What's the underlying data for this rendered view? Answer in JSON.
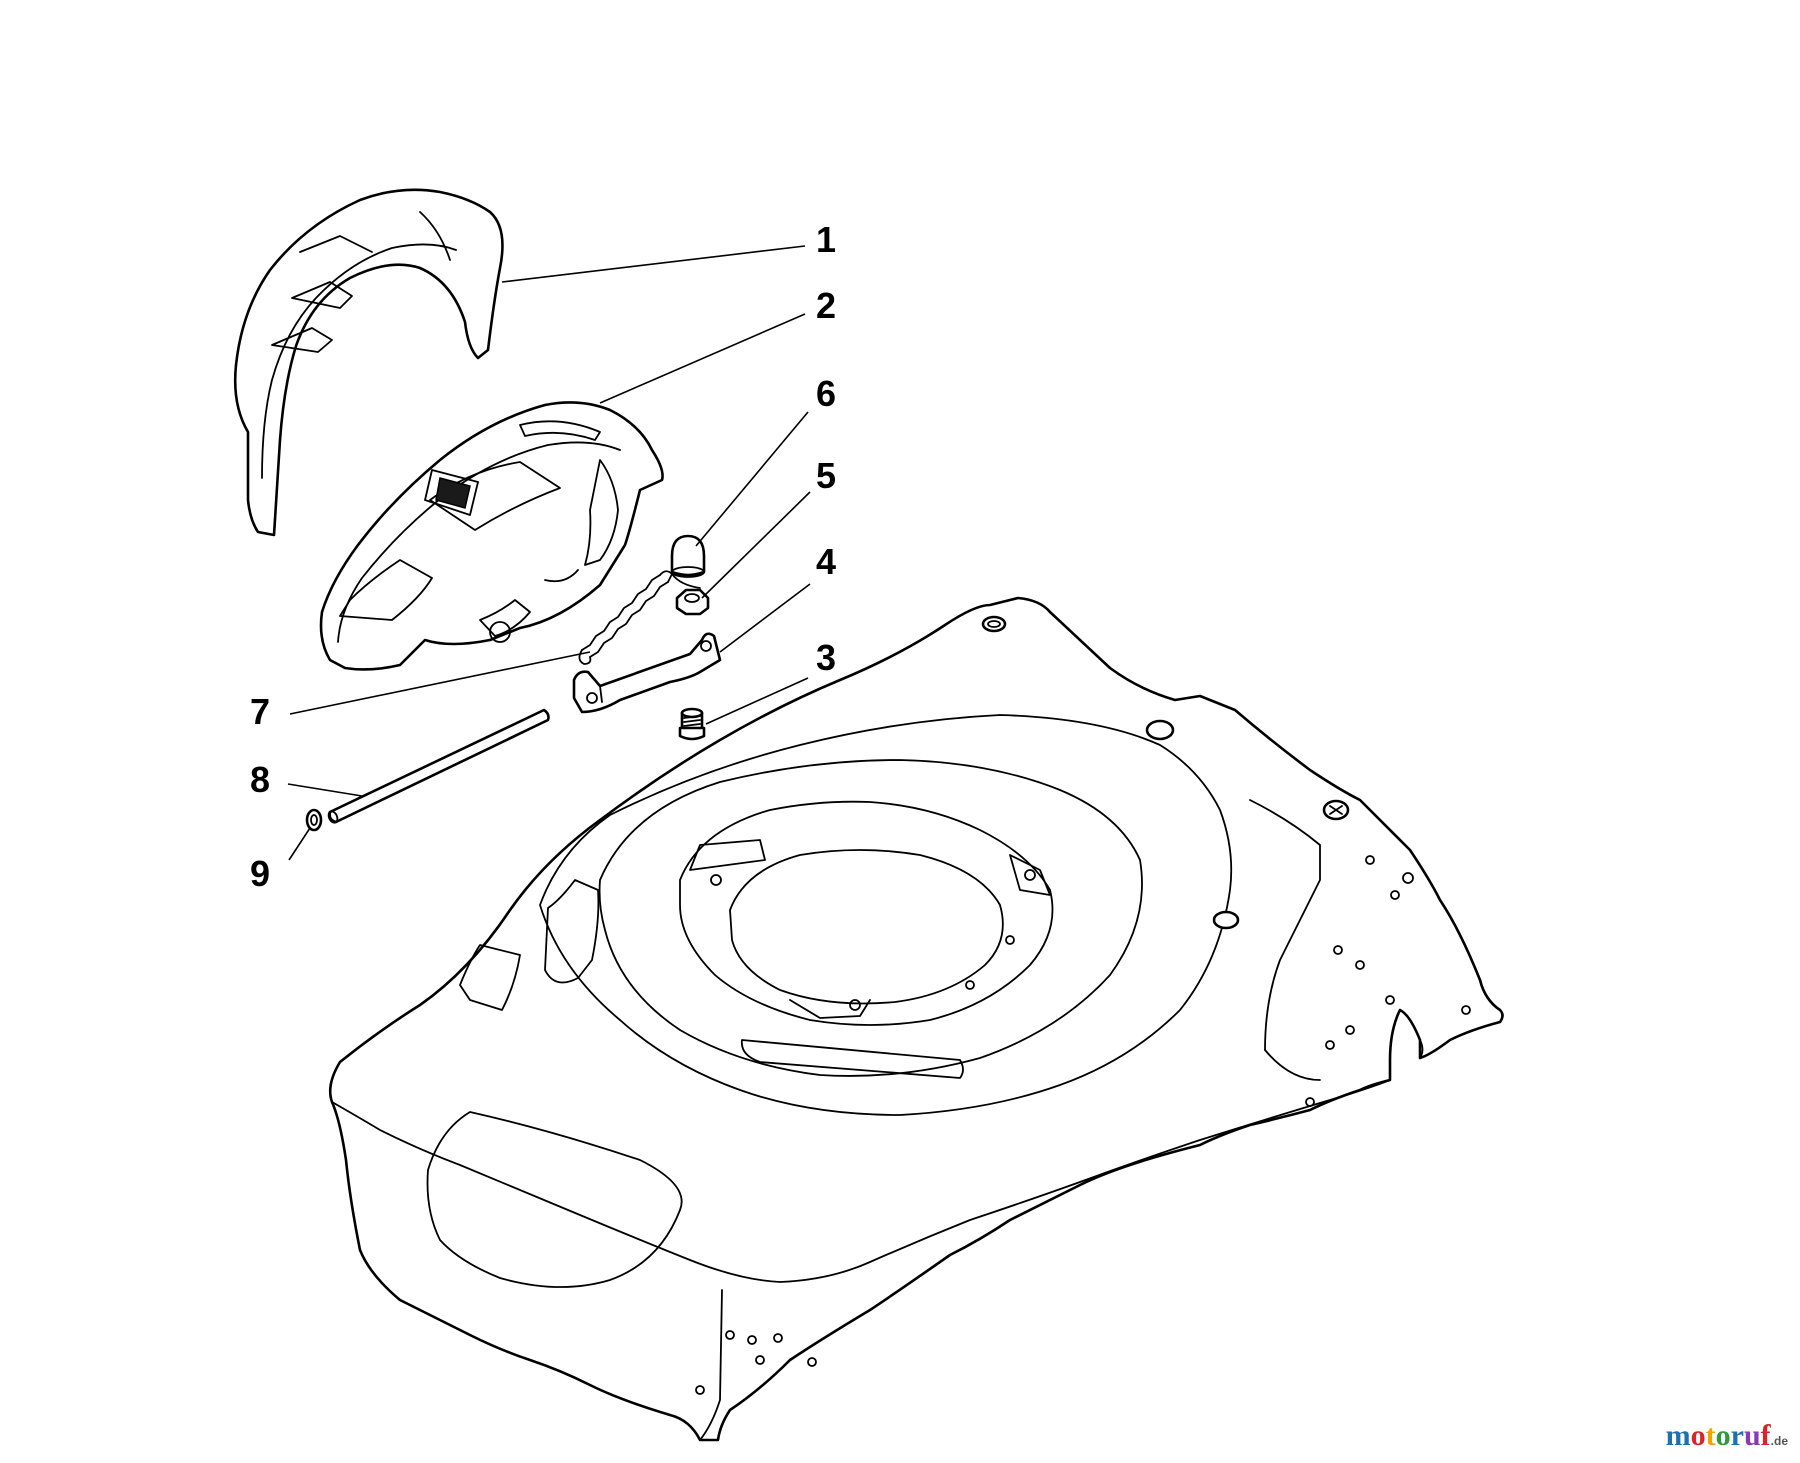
{
  "diagram": {
    "callouts": [
      {
        "id": "1",
        "label": "1"
      },
      {
        "id": "2",
        "label": "2"
      },
      {
        "id": "3",
        "label": "3"
      },
      {
        "id": "4",
        "label": "4"
      },
      {
        "id": "5",
        "label": "5"
      },
      {
        "id": "6",
        "label": "6"
      },
      {
        "id": "7",
        "label": "7"
      },
      {
        "id": "8",
        "label": "8"
      },
      {
        "id": "9",
        "label": "9"
      }
    ]
  },
  "watermark": {
    "brand": "motoruf",
    "suffix": ".de",
    "colors": [
      "#1f6fb2",
      "#d9252a",
      "#f0a500",
      "#2a9d3a",
      "#1f6fb2",
      "#8a3ab9",
      "#d9252a"
    ]
  }
}
